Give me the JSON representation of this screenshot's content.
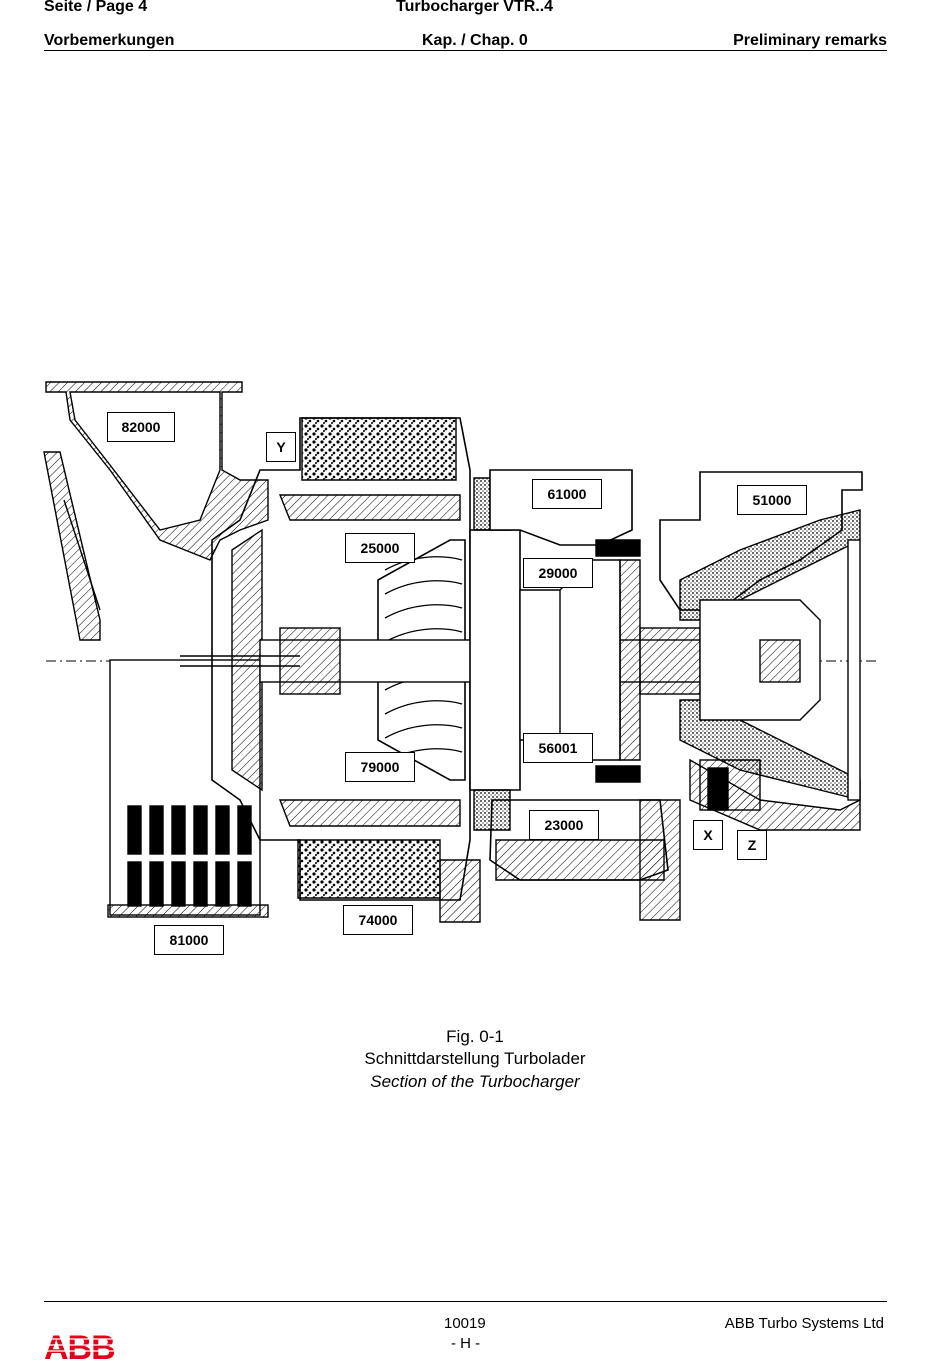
{
  "header": {
    "page": "Seite / Page  4",
    "product": "Turbocharger VTR..4",
    "section_de": "Vorbemerkungen",
    "chapter": "Kap. / Chap. 0",
    "section_en": "Preliminary remarks"
  },
  "figure": {
    "labels": {
      "l82000": "82000",
      "lY": "Y",
      "l61000": "61000",
      "l51000": "51000",
      "l25000": "25000",
      "l29000": "29000",
      "l56001": "56001",
      "l79000": "79000",
      "l23000": "23000",
      "lX": "X",
      "lZ": "Z",
      "l74000": "74000",
      "l81000": "81000"
    },
    "caption": {
      "number": "Fig. 0-1",
      "title_de": "Schnittdarstellung Turbolader",
      "title_en": "Section of the Turbocharger"
    }
  },
  "footer": {
    "doc_number": "10019",
    "revision": "- H -",
    "company": "ABB Turbo Systems Ltd",
    "logo_text": "ABB",
    "logo_color": "#e2001a"
  }
}
